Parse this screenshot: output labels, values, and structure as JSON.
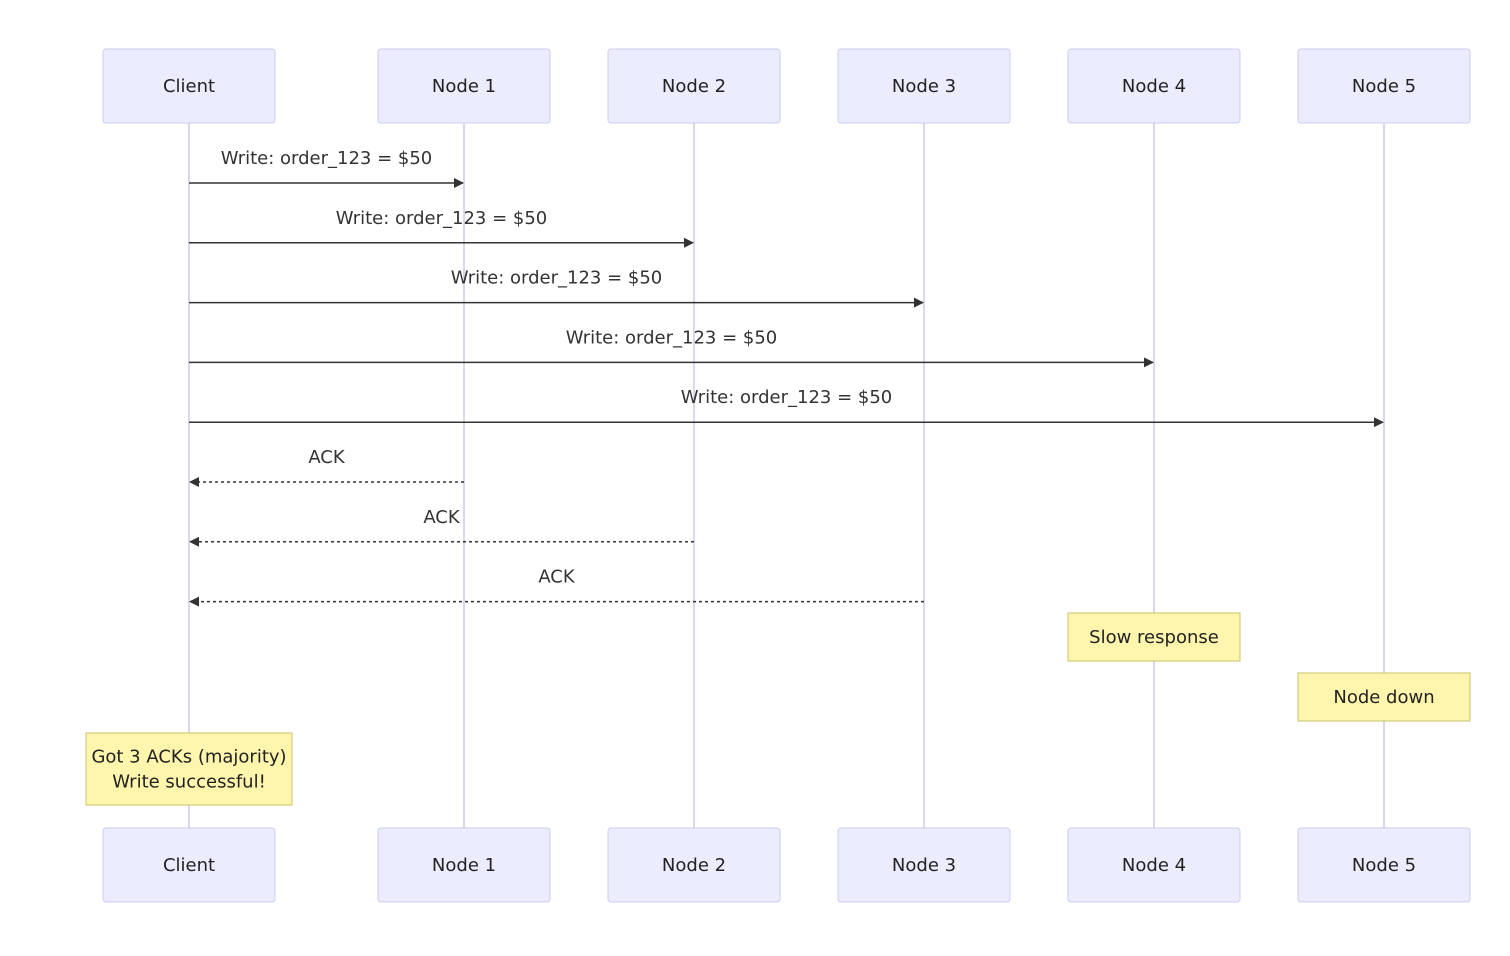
{
  "participants": [
    {
      "id": "client",
      "label": "Client"
    },
    {
      "id": "n1",
      "label": "Node 1"
    },
    {
      "id": "n2",
      "label": "Node 2"
    },
    {
      "id": "n3",
      "label": "Node 3"
    },
    {
      "id": "n4",
      "label": "Node 4"
    },
    {
      "id": "n5",
      "label": "Node 5"
    }
  ],
  "messages": [
    {
      "from": "client",
      "to": "n1",
      "label": "Write: order_123 = $50",
      "style": "solid"
    },
    {
      "from": "client",
      "to": "n2",
      "label": "Write: order_123 = $50",
      "style": "solid"
    },
    {
      "from": "client",
      "to": "n3",
      "label": "Write: order_123 = $50",
      "style": "solid"
    },
    {
      "from": "client",
      "to": "n4",
      "label": "Write: order_123 = $50",
      "style": "solid"
    },
    {
      "from": "client",
      "to": "n5",
      "label": "Write: order_123 = $50",
      "style": "solid"
    },
    {
      "from": "n1",
      "to": "client",
      "label": "ACK",
      "style": "dashed"
    },
    {
      "from": "n2",
      "to": "client",
      "label": "ACK",
      "style": "dashed"
    },
    {
      "from": "n3",
      "to": "client",
      "label": "ACK",
      "style": "dashed"
    }
  ],
  "notes": [
    {
      "over": "n4",
      "lines": [
        "Slow response"
      ]
    },
    {
      "over": "n5",
      "lines": [
        "Node down"
      ]
    },
    {
      "over": "client",
      "lines": [
        "Got 3 ACKs (majority)",
        "Write successful!"
      ]
    }
  ],
  "colors": {
    "actor_fill": "#ececff",
    "note_fill": "#fff5ad",
    "line": "#333333"
  }
}
